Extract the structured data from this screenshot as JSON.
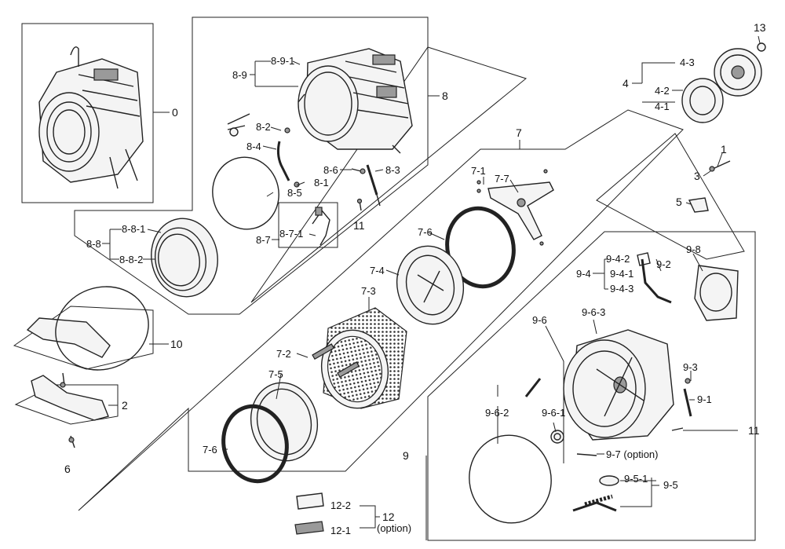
{
  "labels": {
    "0": "0",
    "1": "1",
    "2": "2",
    "3": "3",
    "4": "4",
    "4_1": "4-1",
    "4_2": "4-2",
    "4_3": "4-3",
    "5": "5",
    "6": "6",
    "7": "7",
    "7_1": "7-1",
    "7_2": "7-2",
    "7_3": "7-3",
    "7_4": "7-4",
    "7_5": "7-5",
    "7_6a": "7-6",
    "7_6b": "7-6",
    "7_7": "7-7",
    "8": "8",
    "8_1": "8-1",
    "8_2": "8-2",
    "8_3": "8-3",
    "8_4": "8-4",
    "8_5": "8-5",
    "8_6": "8-6",
    "8_7": "8-7",
    "8_7_1": "8-7-1",
    "8_8": "8-8",
    "8_8_1": "8-8-1",
    "8_8_2": "8-8-2",
    "8_9": "8-9",
    "8_9_1": "8-9-1",
    "9": "9",
    "9_1": "9-1",
    "9_2": "9-2",
    "9_3": "9-3",
    "9_4": "9-4",
    "9_4_1": "9-4-1",
    "9_4_2": "9-4-2",
    "9_4_3": "9-4-3",
    "9_5": "9-5",
    "9_5_1": "9-5-1",
    "9_6": "9-6",
    "9_6_1": "9-6-1",
    "9_6_2": "9-6-2",
    "9_6_3": "9-6-3",
    "9_7": "9-7 (option)",
    "9_8": "9-8",
    "10": "10",
    "11a": "11",
    "11b": "11",
    "12": "12",
    "12_option": "(option)",
    "12_1": "12-1",
    "12_2": "12-2",
    "13": "13"
  }
}
